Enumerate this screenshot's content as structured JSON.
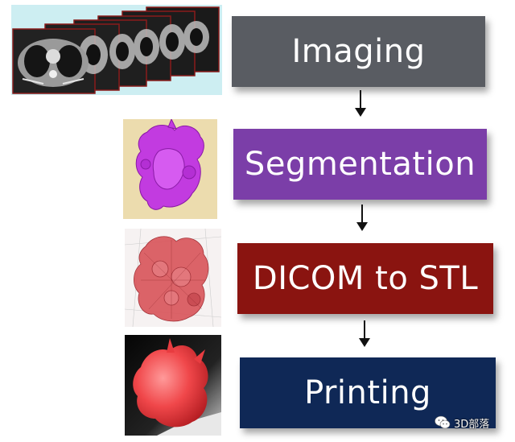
{
  "steps": [
    {
      "label": "Imaging",
      "color": "#595c62"
    },
    {
      "label": "Segmentation",
      "color": "#7b3ea8"
    },
    {
      "label": "DICOM to STL",
      "color": "#8a1410"
    },
    {
      "label": "Printing",
      "color": "#0f2856"
    }
  ],
  "arrow_color": "#111111",
  "watermark": {
    "icon": "wechat-icon",
    "text": "3D部落"
  }
}
